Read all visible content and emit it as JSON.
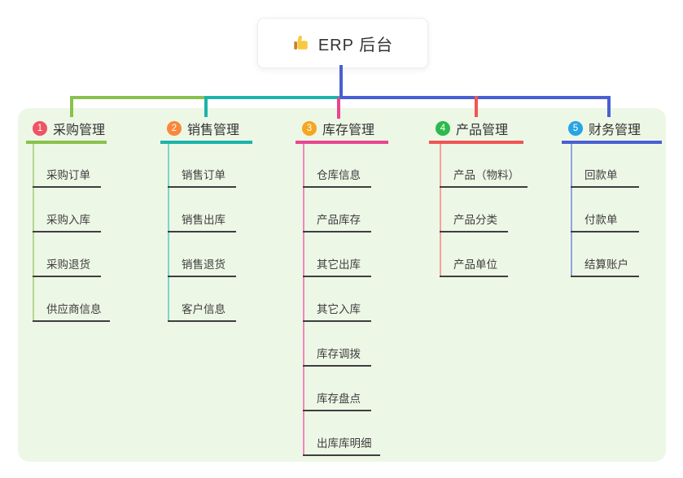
{
  "root": {
    "title": "ERP 后台",
    "icon": "thumbs-up-icon"
  },
  "colors": {
    "connector_blue": "#4a5fd3",
    "panel_background": "#edf7e6",
    "root_background": "#ffffff"
  },
  "branches": [
    {
      "number": "1",
      "label": "采购管理",
      "badge_color": "#ef5364",
      "line_color": "#89c14d",
      "child_line_color": "#b2d98e",
      "children": [
        "采购订单",
        "采购入库",
        "采购退货",
        "供应商信息"
      ]
    },
    {
      "number": "2",
      "label": "销售管理",
      "badge_color": "#f9883b",
      "line_color": "#1cb3aa",
      "child_line_color": "#7fd4cd",
      "children": [
        "销售订单",
        "销售出库",
        "销售退货",
        "客户信息"
      ]
    },
    {
      "number": "3",
      "label": "库存管理",
      "badge_color": "#f5a623",
      "line_color": "#e8458f",
      "child_line_color": "#f385bd",
      "children": [
        "仓库信息",
        "产品库存",
        "其它出库",
        "其它入库",
        "库存调拨",
        "库存盘点",
        "出库库明细"
      ]
    },
    {
      "number": "4",
      "label": "产品管理",
      "badge_color": "#2db94d",
      "line_color": "#f15555",
      "child_line_color": "#f5a29b",
      "children": [
        "产品（物料）",
        "产品分类",
        "产品单位"
      ]
    },
    {
      "number": "5",
      "label": "财务管理",
      "badge_color": "#27a4e4",
      "line_color": "#4a5fd3",
      "child_line_color": "#93a4e0",
      "children": [
        "回款单",
        "付款单",
        "结算账户"
      ]
    }
  ]
}
